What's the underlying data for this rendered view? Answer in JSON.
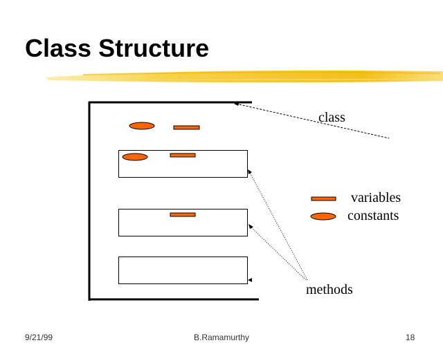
{
  "slide": {
    "title": "Class Structure",
    "labels": {
      "class": "class",
      "variables": "variables",
      "constants": "constants",
      "methods": "methods"
    },
    "legend": [
      {
        "symbol": "rectangle-bar",
        "meaning": "variables"
      },
      {
        "symbol": "ellipse",
        "meaning": "constants"
      }
    ],
    "colors": {
      "highlight_stroke": "#F5C000",
      "shape_fill": "#FF6600",
      "text": "#000000"
    },
    "footer": {
      "date": "9/21/99",
      "author": "B.Ramamurthy",
      "page": "18"
    }
  }
}
